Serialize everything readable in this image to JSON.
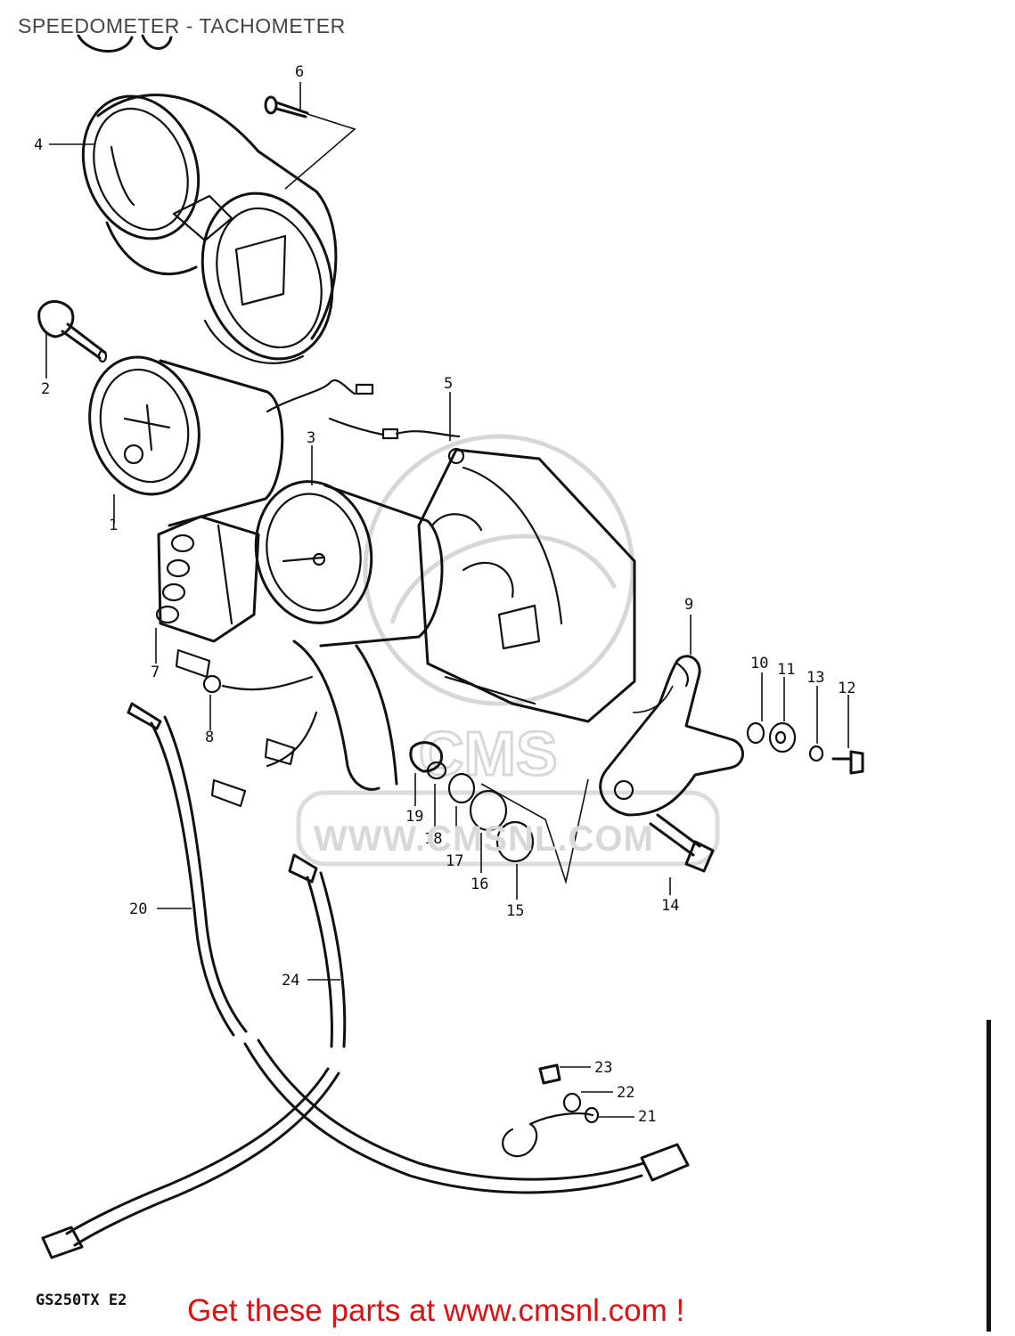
{
  "title": "SPEEDOMETER - TACHOMETER",
  "model": "GS250TX E2",
  "footer_link": "Get these parts at www.cmsnl.com !",
  "watermark": "WWW.CMSNL.COM",
  "callouts": {
    "p1": "1",
    "p2": "2",
    "p3": "3",
    "p4": "4",
    "p5": "5",
    "p6": "6",
    "p7": "7",
    "p8": "8",
    "p9": "9",
    "p10": "10",
    "p11": "11",
    "p12": "12",
    "p13": "13",
    "p14": "14",
    "p15": "15",
    "p16": "16",
    "p17": "17",
    "p18": "18",
    "p19": "19",
    "p20": "20",
    "p21": "21",
    "p22": "22",
    "p23": "23",
    "p24": "24"
  }
}
